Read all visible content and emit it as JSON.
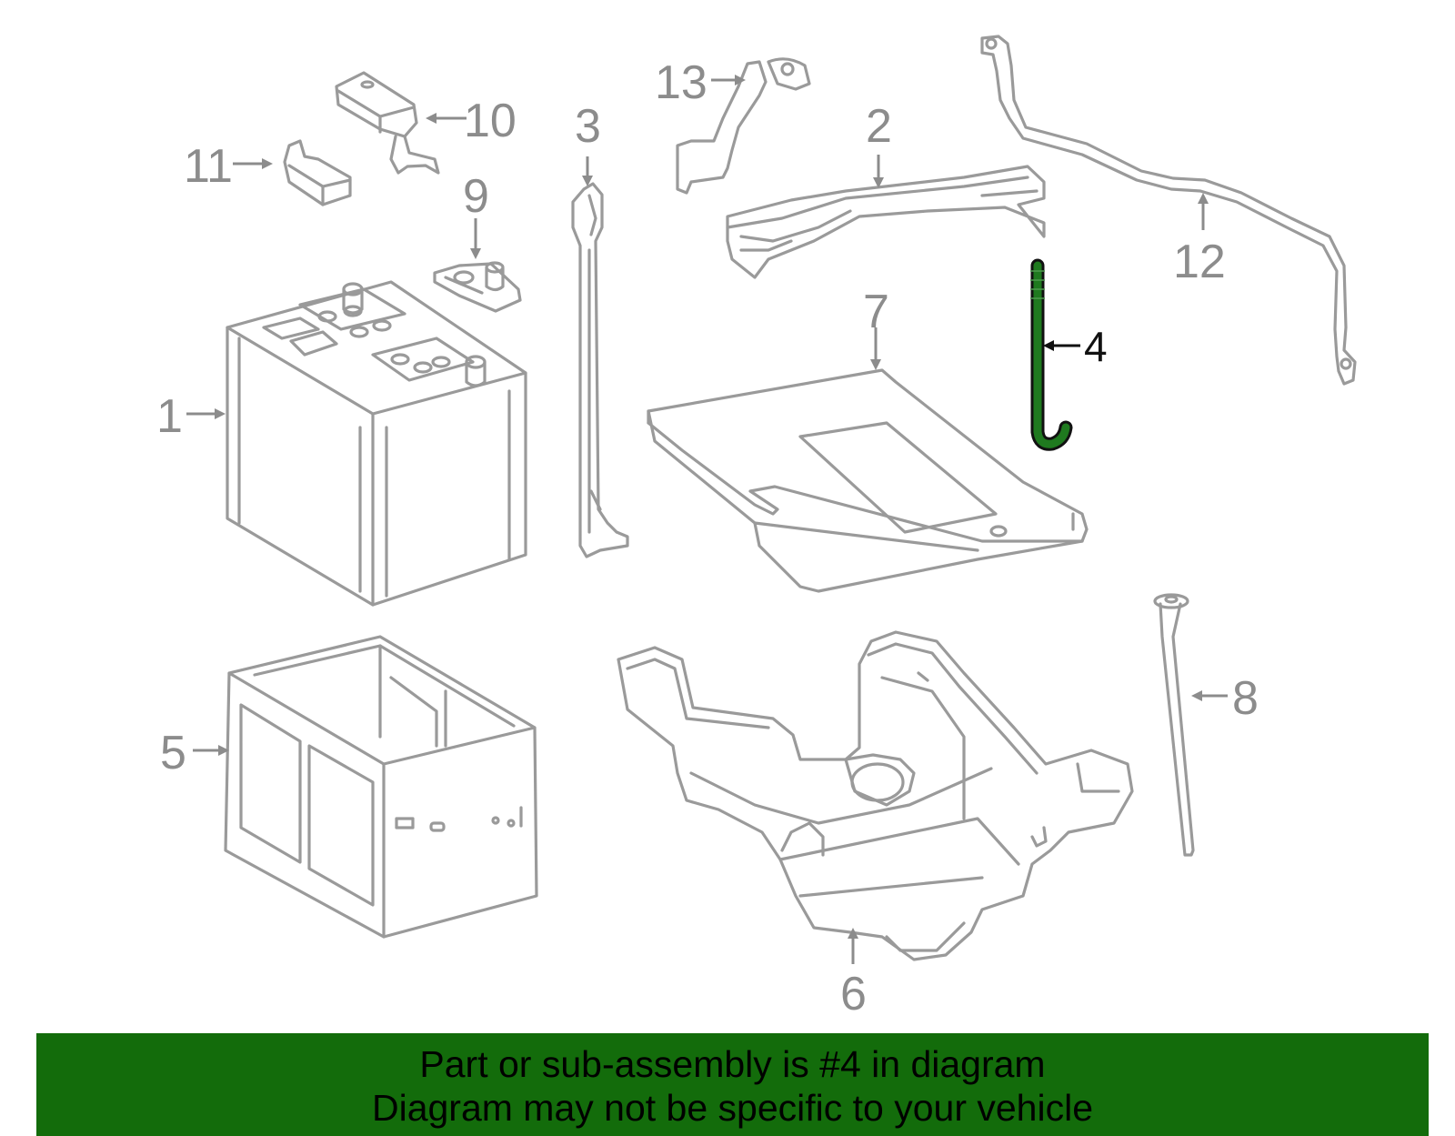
{
  "diagram": {
    "highlight_color": "#1f7a1f",
    "highlighted_callout": "4",
    "callouts": {
      "c1": "1",
      "c2": "2",
      "c3": "3",
      "c4": "4",
      "c5": "5",
      "c6": "6",
      "c7": "7",
      "c8": "8",
      "c9": "9",
      "c10": "10",
      "c11": "11",
      "c12": "12",
      "c13": "13"
    }
  },
  "banner": {
    "background": "#136c0b",
    "line1": "Part or sub-assembly is #4 in diagram",
    "line2": "Diagram may not be specific to your vehicle"
  }
}
